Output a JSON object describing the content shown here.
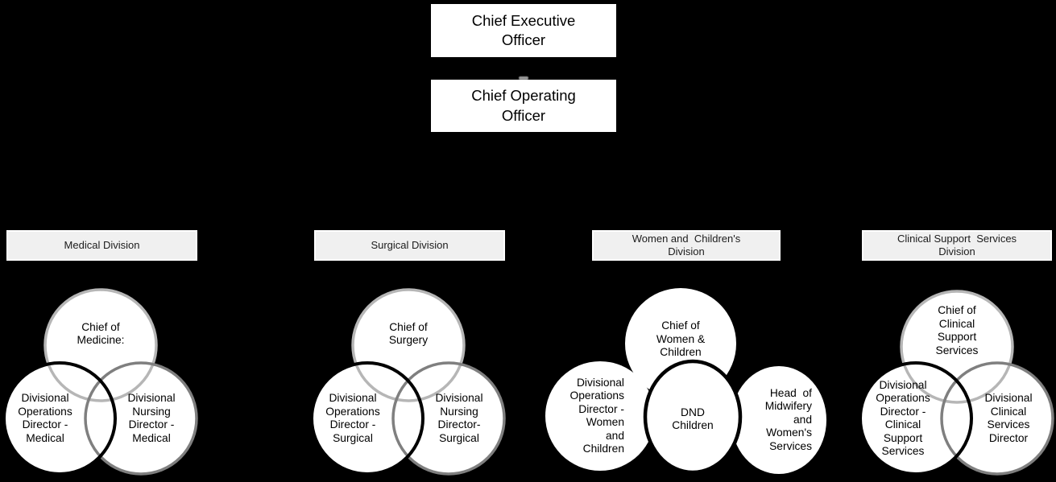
{
  "colors": {
    "background": "#000000",
    "exec_box_fill": "#ffffff",
    "header_fill": "#f0f0f0",
    "header_border": "#ffffff",
    "circle_fill": "#ffffff",
    "ring_black": "#000000",
    "ring_gray": "#7f7f7f",
    "ring_light_gray": "#b6b6b6",
    "text": "#000000"
  },
  "executives": {
    "ceo": "Chief Executive\nOfficer",
    "coo": "Chief Operating\nOfficer"
  },
  "divisions": [
    {
      "name": "Medical Division",
      "roles": {
        "top": "Chief of\nMedicine:",
        "left": "Divisional\nOperations\nDirector -\nMedical",
        "right": "Divisional\nNursing\nDirector -\nMedical"
      }
    },
    {
      "name": "Surgical Division",
      "roles": {
        "top": "Chief of\nSurgery",
        "left": "Divisional\nOperations\nDirector -\nSurgical",
        "right": "Divisional\nNursing\nDirector-\nSurgical"
      }
    },
    {
      "name": "Women and  Children's\nDivision",
      "roles": {
        "top": "Chief of\nWomen &\nChildren",
        "left": "Divisional\nOperations\nDirector -\nWomen\nand\nChildren",
        "center": "DND\nChildren",
        "right": "Head  of\nMidwifery\nand\nWomen's\nServices"
      }
    },
    {
      "name": "Clinical Support  Services\nDivision",
      "roles": {
        "top": "Chief of\nClinical\nSupport\nServices",
        "left": "Divisional\nOperations\nDirector -\nClinical\nSupport\nServices",
        "right": "Divisional\nClinical\nServices\nDirector"
      }
    }
  ]
}
